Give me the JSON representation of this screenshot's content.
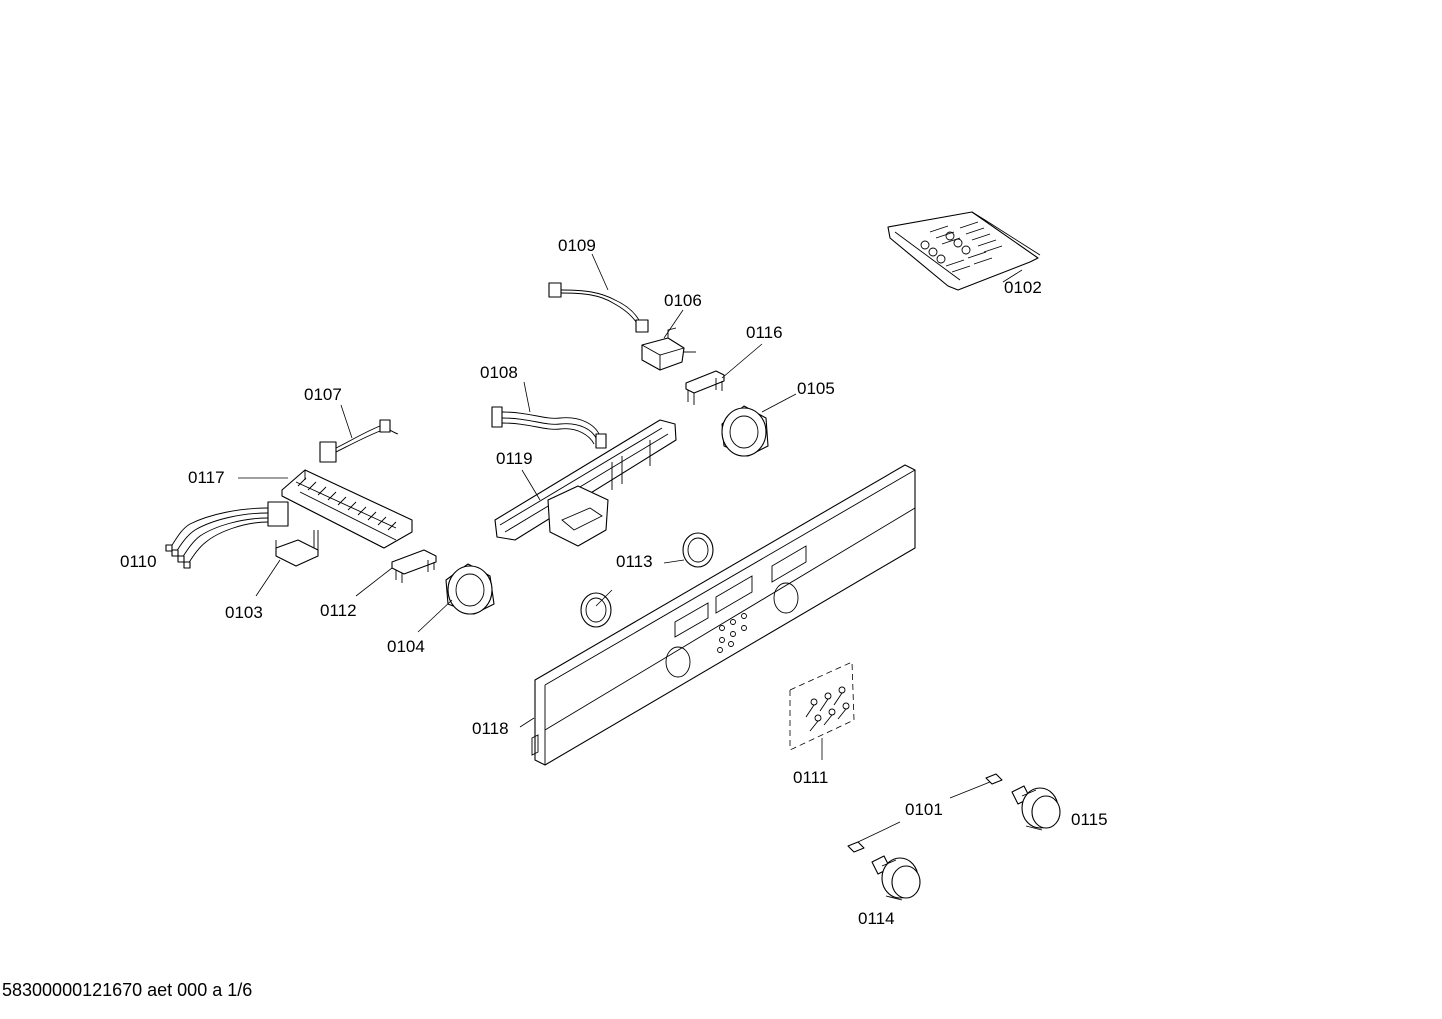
{
  "labels": {
    "p0101": "0101",
    "p0102": "0102",
    "p0103": "0103",
    "p0104": "0104",
    "p0105": "0105",
    "p0106": "0106",
    "p0107": "0107",
    "p0108": "0108",
    "p0109": "0109",
    "p0110": "0110",
    "p0111": "0111",
    "p0112": "0112",
    "p0113": "0113",
    "p0114": "0114",
    "p0115": "0115",
    "p0116": "0116",
    "p0117": "0117",
    "p0118": "0118",
    "p0119": "0119"
  },
  "footer": "58300000121670 aet 000 a 1/6"
}
